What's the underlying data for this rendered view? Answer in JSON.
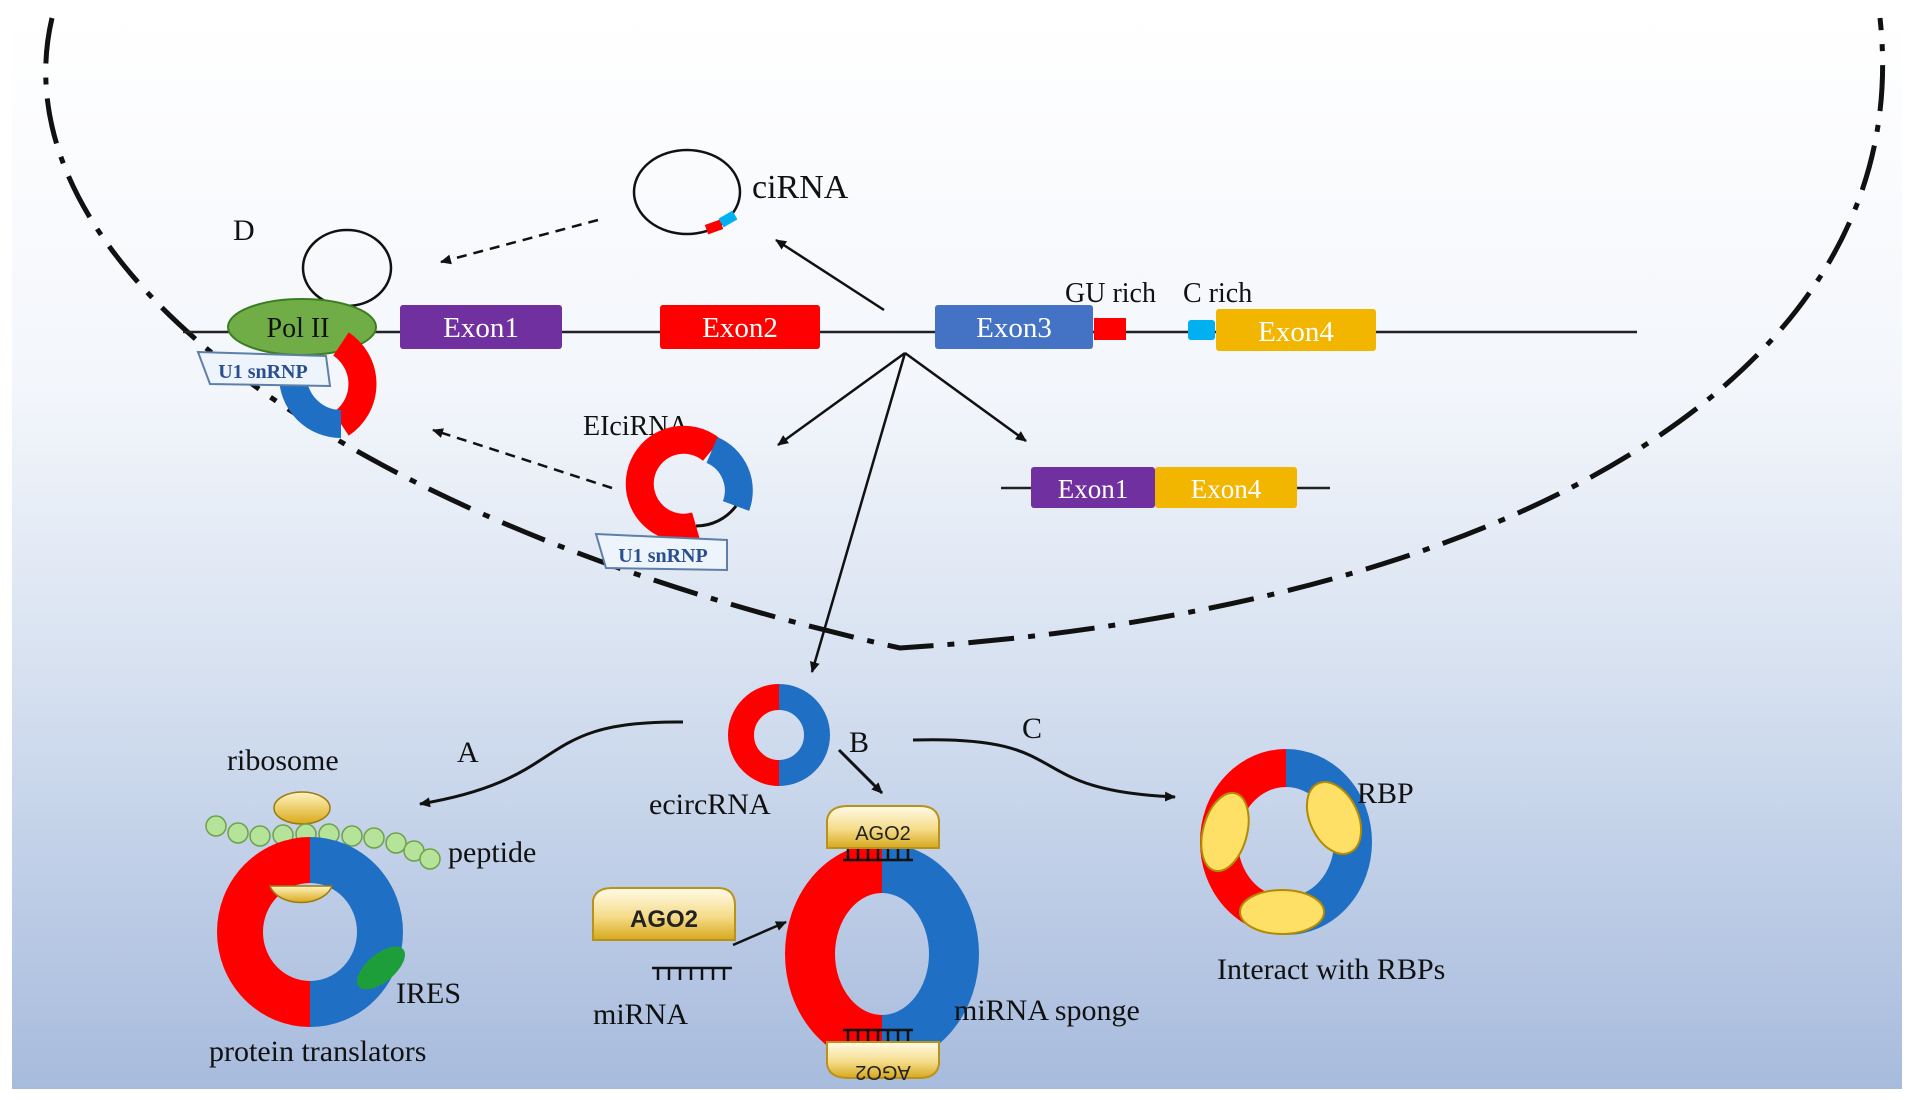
{
  "labels": {
    "D": "D",
    "A": "A",
    "B": "B",
    "C": "C",
    "cirna": "ciRNA",
    "gu_rich": "GU rich",
    "c_rich": "C rich",
    "elcirna": "EIciRNA",
    "ecircrna": "ecircRNA",
    "ribosome": "ribosome",
    "peptide": "peptide",
    "ires": "IRES",
    "protein_translators": "protein translators",
    "mirna": "miRNA",
    "mirna_sponge": "miRNA sponge",
    "rbp": "RBP",
    "interact_rbps": "Interact with RBPs"
  },
  "proteins": {
    "pol2": "Pol II",
    "u1_snrnp": "U1 snRNP",
    "ago2": "AGO2"
  },
  "exons": {
    "exon1": "Exon1",
    "exon2": "Exon2",
    "exon3": "Exon3",
    "exon4": "Exon4"
  },
  "colors": {
    "exon1": "#7030a0",
    "exon2": "#ff0000",
    "exon3": "#4472c4",
    "exon4": "#f2b500",
    "circ_red": "#ff0000",
    "circ_blue": "#1f6fc4",
    "pol2": "#70ad47",
    "ago2": "#f5dc8a",
    "rbp": "#ffe066",
    "gu_site": "#ff0000",
    "c_site": "#00b0f0",
    "peptide": "#b5e39a",
    "ires": "#1e9e3a"
  }
}
